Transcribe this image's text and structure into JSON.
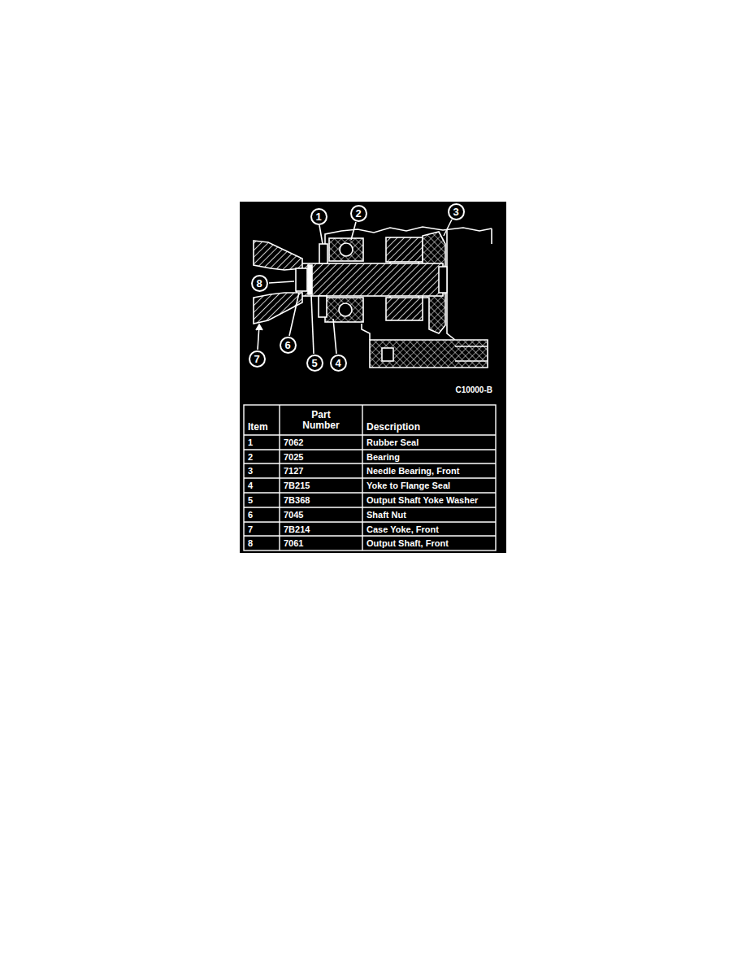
{
  "diagram": {
    "nodes": [
      {
        "text": [
          "1"
        ]
      },
      {
        "text": [
          "2"
        ]
      },
      {
        "text": [
          "3"
        ]
      },
      {
        "text": [
          "4"
        ]
      },
      {
        "text": [
          "5"
        ]
      },
      {
        "text": [
          "6"
        ]
      },
      {
        "text": [
          "7"
        ]
      },
      {
        "text": [
          "8"
        ]
      }
    ],
    "labels": [
      "C10000-B",
      "Item",
      "Part Number",
      "Description",
      "1",
      "7062",
      "Rubber Seal",
      "2",
      "7025",
      "Bearing",
      "3",
      "7127",
      "Needle Bearing, Front",
      "4",
      "7B215",
      "Yoke to Flange Seal",
      "5",
      "7B368",
      "Output Shaft Yoke Washer",
      "6",
      "7045",
      "Shaft Nut",
      "7",
      "7B214",
      "Case Yoke, Front",
      "8",
      "7061",
      "Output Shaft, Front"
    ]
  }
}
